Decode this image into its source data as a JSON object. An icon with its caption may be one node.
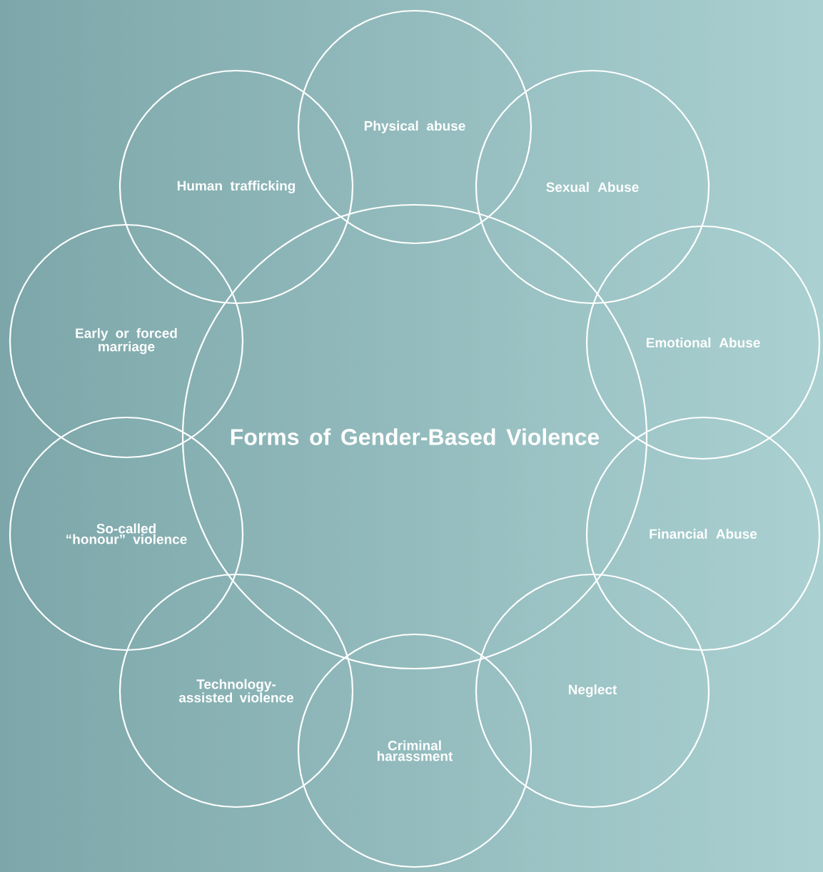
{
  "diagram": {
    "nodes": [
      {
        "text": [
          "Forms of Gender-Based Violence"
        ]
      },
      {
        "text": [
          "Physical abuse"
        ]
      },
      {
        "text": [
          "Sexual Abuse"
        ]
      },
      {
        "text": [
          "Emotional Abuse"
        ]
      },
      {
        "text": [
          "Financial Abuse"
        ]
      },
      {
        "text": [
          "Neglect"
        ]
      },
      {
        "text": [
          "Criminal harassment"
        ]
      },
      {
        "text": [
          "Technology-assisted violence"
        ]
      },
      {
        "text": [
          "So-called “honour” violence"
        ]
      },
      {
        "text": [
          "Early or forced marriage"
        ]
      },
      {
        "text": [
          "Human trafficking"
        ]
      }
    ]
  }
}
